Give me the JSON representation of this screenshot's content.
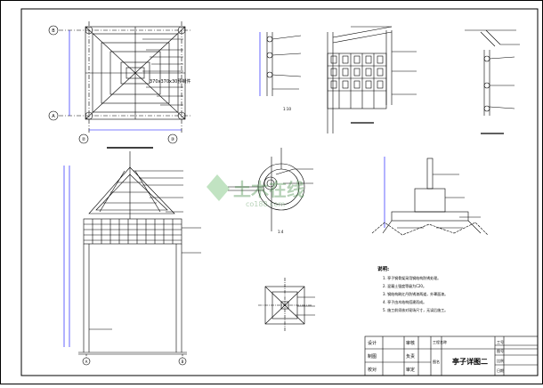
{
  "drawing": {
    "title": "亭子详图二",
    "plan_label": "370x370x30预制件",
    "axis_labels": [
      "B",
      "A",
      "②",
      "③",
      "A",
      "B"
    ],
    "watermark_main": "土木在线",
    "watermark_sub": "co188.com",
    "scale_ratio": "1:10"
  },
  "notes": {
    "heading": "说明:",
    "items": [
      "1. 亭子钢骨架采用钢结构防锈处理。",
      "2. 混凝土强度等级为C20。",
      "3. 钢结构刷红丹防锈漆两道，外罩面漆。",
      "4. 亭子由木结构搭建而成。",
      "5. 施工前须核对现场尺寸，无误后施工。"
    ]
  },
  "title_block": {
    "rows": [
      [
        "设计",
        "审核"
      ],
      [
        "制图",
        "负责"
      ],
      [
        "校对",
        "审定"
      ]
    ],
    "project_label": "工程名称",
    "name_label": "图名",
    "drawing_name": "亭子详图二",
    "right_rows": [
      "工号",
      "图号",
      "比例",
      "日期"
    ]
  },
  "colors": {
    "line": "#000000",
    "dim": "#0000ff",
    "accent": "#ff0000",
    "watermark": "#2e7d32"
  }
}
